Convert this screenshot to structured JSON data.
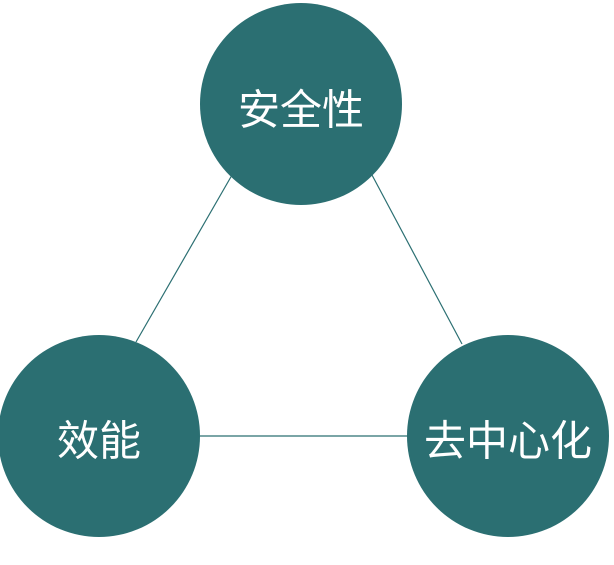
{
  "colors": {
    "node_fill": "#2b6f72",
    "edge": "#2b6f72",
    "label": "#ffffff",
    "background": "#ffffff"
  },
  "nodes": {
    "top": {
      "label": "安全性"
    },
    "left": {
      "label": "效能"
    },
    "right": {
      "label": "去中心化"
    }
  }
}
